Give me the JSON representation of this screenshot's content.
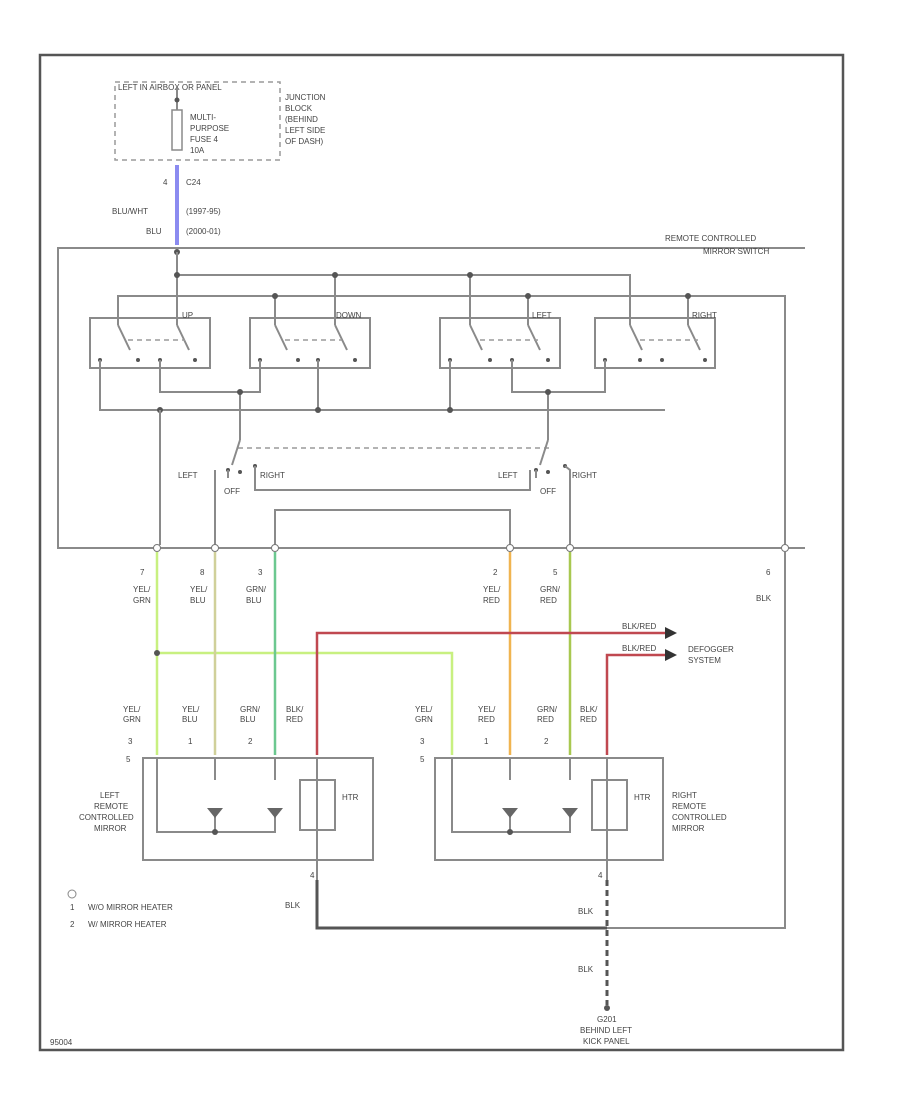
{
  "fuse_box": {
    "location": "LEFT IN AIRBOX OR PANEL",
    "fuse": [
      "MULTI-",
      "PURPOSE",
      "FUSE 4",
      "10A"
    ],
    "junction": [
      "JUNCTION",
      "BLOCK",
      "(BEHIND",
      "LEFT SIDE",
      "OF DASH)"
    ]
  },
  "feed": {
    "pin": "4",
    "connector": "C24",
    "color_left": [
      "BLU/WHT",
      "BLU"
    ],
    "color_right": [
      "(1997-95)",
      "(2000-01)"
    ]
  },
  "switch_title": [
    "REMOTE CONTROLLED",
    "MIRROR SWITCH"
  ],
  "direction_labels": [
    "UP",
    "DOWN",
    "LEFT",
    "RIGHT"
  ],
  "selector_labels": {
    "left": "LEFT",
    "off": "OFF",
    "right": "RIGHT"
  },
  "connector_pins": [
    {
      "pin": "7",
      "wire": [
        "YEL/",
        "GRN"
      ]
    },
    {
      "pin": "8",
      "wire": [
        "YEL/",
        "BLU"
      ]
    },
    {
      "pin": "3",
      "wire": [
        "GRN/",
        "BLU"
      ]
    },
    {
      "pin": "2",
      "wire": [
        "YEL/",
        "RED"
      ]
    },
    {
      "pin": "5",
      "wire": [
        "GRN/",
        "RED"
      ]
    },
    {
      "pin": "6",
      "wire": [
        "BLK"
      ]
    }
  ],
  "defogger": {
    "wire_top": "BLK/RED",
    "wire_bottom": "BLK/RED",
    "label": [
      "DEFOGGER",
      "SYSTEM"
    ]
  },
  "left_mirror": {
    "label": [
      "LEFT",
      "REMOTE",
      "CONTROLLED",
      "MIRROR"
    ],
    "heater": "HTR",
    "wires": [
      [
        "YEL/",
        "GRN"
      ],
      [
        "YEL/",
        "BLU"
      ],
      [
        "GRN/",
        "BLU"
      ],
      [
        "BLK/",
        "RED"
      ]
    ],
    "pins": [
      "3",
      "1",
      "2",
      "4",
      "5"
    ]
  },
  "right_mirror": {
    "label": [
      "RIGHT",
      "REMOTE",
      "CONTROLLED",
      "MIRROR"
    ],
    "heater": "HTR",
    "wires": [
      [
        "YEL/",
        "GRN"
      ],
      [
        "YEL/",
        "RED"
      ],
      [
        "GRN/",
        "RED"
      ],
      [
        "BLK/",
        "RED"
      ]
    ],
    "pins": [
      "3",
      "1",
      "2",
      "4",
      "5"
    ]
  },
  "ground": {
    "wire": "BLK",
    "id": "G201",
    "location": [
      "BEHIND LEFT",
      "KICK PANEL"
    ]
  },
  "legend": [
    {
      "mark": "1",
      "text": "W/O MIRROR HEATER"
    },
    {
      "mark": "2",
      "text": "W/ MIRROR HEATER"
    }
  ],
  "footer_code": "95004",
  "colors": {
    "blu": "#8b8bf0",
    "yel_grn": "#c8f080",
    "yel_blu": "#d0d09a",
    "grn_blu": "#6cc890",
    "yel_red": "#f0b450",
    "grn_red": "#a8c850",
    "blk_red": "#c04850",
    "blk": "#555555"
  }
}
